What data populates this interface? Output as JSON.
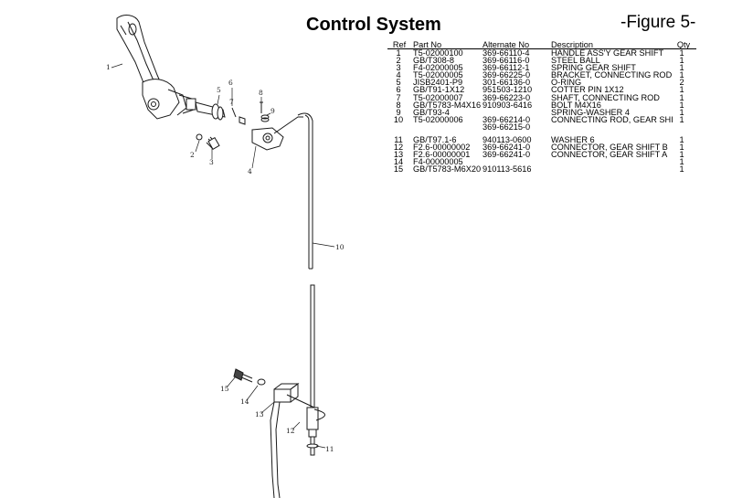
{
  "header": {
    "title": "Control System",
    "figure": "-Figure 5-"
  },
  "table": {
    "columns": {
      "ref": "Ref",
      "part_no": "Part No",
      "alt_no": "Alternate No",
      "description": "Description",
      "qty": "Qty"
    },
    "rows": [
      {
        "ref": "1",
        "part_no": "T5-02000100",
        "alt_no": "369-66110-4",
        "description": "HANDLE ASS'Y GEAR SHIFT",
        "qty": "1"
      },
      {
        "ref": "2",
        "part_no": "GB/T308-8",
        "alt_no": "369-66116-0",
        "description": "STEEL BALL",
        "qty": "1"
      },
      {
        "ref": "3",
        "part_no": "F4-02000005",
        "alt_no": "369-66112-1",
        "description": "SPRING GEAR SHIFT",
        "qty": "1"
      },
      {
        "ref": "4",
        "part_no": "T5-02000005",
        "alt_no": "369-66225-0",
        "description": "BRACKET, CONNECTING ROD",
        "qty": "1"
      },
      {
        "ref": "5",
        "part_no": "JISB2401-P9",
        "alt_no": "301-66136-0",
        "description": "O-RING",
        "qty": "2"
      },
      {
        "ref": "6",
        "part_no": "GB/T91-1X12",
        "alt_no": "951503-1210",
        "description": "COTTER PIN 1X12",
        "qty": "1"
      },
      {
        "ref": "7",
        "part_no": "T5-02000007",
        "alt_no": "369-66223-0",
        "description": "SHAFT, CONNECTING ROD",
        "qty": "1"
      },
      {
        "ref": "8",
        "part_no": "GB/T5783-M4X16",
        "alt_no": "910903-6416",
        "description": "BOLT M4X16",
        "qty": "1"
      },
      {
        "ref": "9",
        "part_no": "GB/T93-4",
        "alt_no": "",
        "description": "SPRING-WASHER 4",
        "qty": "1"
      },
      {
        "ref": "10",
        "part_no": "T5-02000006",
        "alt_no": "369-66214-0",
        "alt_no_2": "369-66215-0",
        "description": "CONNECTING ROD, GEAR SHI",
        "qty": "1"
      },
      {
        "ref": "11",
        "part_no": "GB/T97.1-6",
        "alt_no": "940113-0600",
        "description": "WASHER 6",
        "qty": "1"
      },
      {
        "ref": "12",
        "part_no": "F2.6-00000002",
        "alt_no": "369-66241-0",
        "description": "CONNECTOR, GEAR SHIFT B",
        "qty": "1"
      },
      {
        "ref": "13",
        "part_no": "F2.6-00000001",
        "alt_no": "369-66241-0",
        "description": "CONNECTOR, GEAR SHIFT A",
        "qty": "1"
      },
      {
        "ref": "14",
        "part_no": "F4-00000005",
        "alt_no": "",
        "description": "",
        "qty": "1"
      },
      {
        "ref": "15",
        "part_no": "GB/T5783-M6X20",
        "alt_no": "910113-5616",
        "description": "",
        "qty": "1"
      }
    ]
  },
  "callouts": [
    "1",
    "2",
    "3",
    "4",
    "5",
    "6",
    "7",
    "8",
    "9",
    "10",
    "11",
    "12",
    "13",
    "14",
    "15"
  ]
}
